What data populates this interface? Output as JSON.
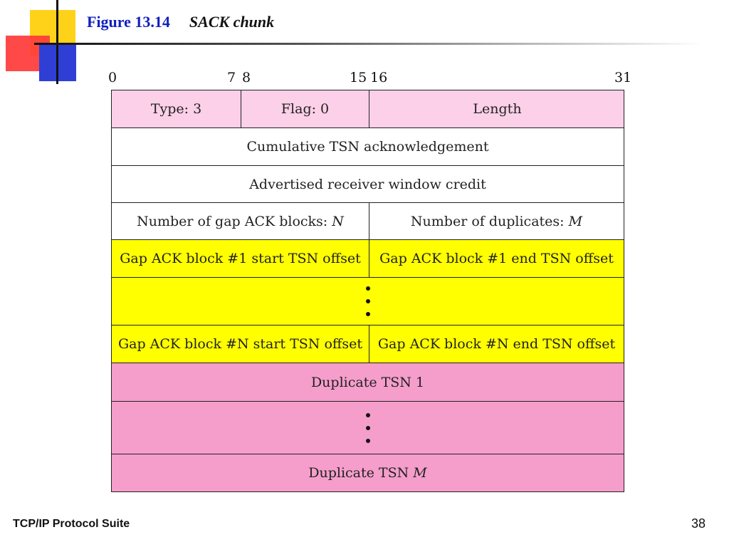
{
  "title": {
    "figure": "Figure 13.14",
    "name": "SACK chunk"
  },
  "bits": {
    "b0": "0",
    "b7": "7",
    "b8": "8",
    "b15": "15",
    "b16": "16",
    "b31": "31"
  },
  "rows": {
    "r1": {
      "type": "Type: 3",
      "flag": "Flag: 0",
      "length": "Length"
    },
    "r2": "Cumulative TSN acknowledgement",
    "r3": "Advertised receiver window credit",
    "r4": {
      "left": "Number of gap ACK blocks: ",
      "left_var": "N",
      "right": "Number of duplicates: ",
      "right_var": "M"
    },
    "r5": {
      "left": "Gap ACK block #1 start TSN offset",
      "right": "Gap ACK block #1 end TSN offset"
    },
    "r7": {
      "left": "Gap ACK block #N start TSN offset",
      "right": "Gap ACK block #N end TSN offset"
    },
    "r8": "Duplicate TSN 1",
    "r10": {
      "text": "Duplicate TSN ",
      "var": "M"
    }
  },
  "colors": {
    "header": "#fcd0e8",
    "gap_blocks": "#ffff00",
    "duplicates": "#f59ecb",
    "title": "#1020c0"
  },
  "footer": {
    "left": "TCP/IP Protocol Suite",
    "page": "38"
  }
}
